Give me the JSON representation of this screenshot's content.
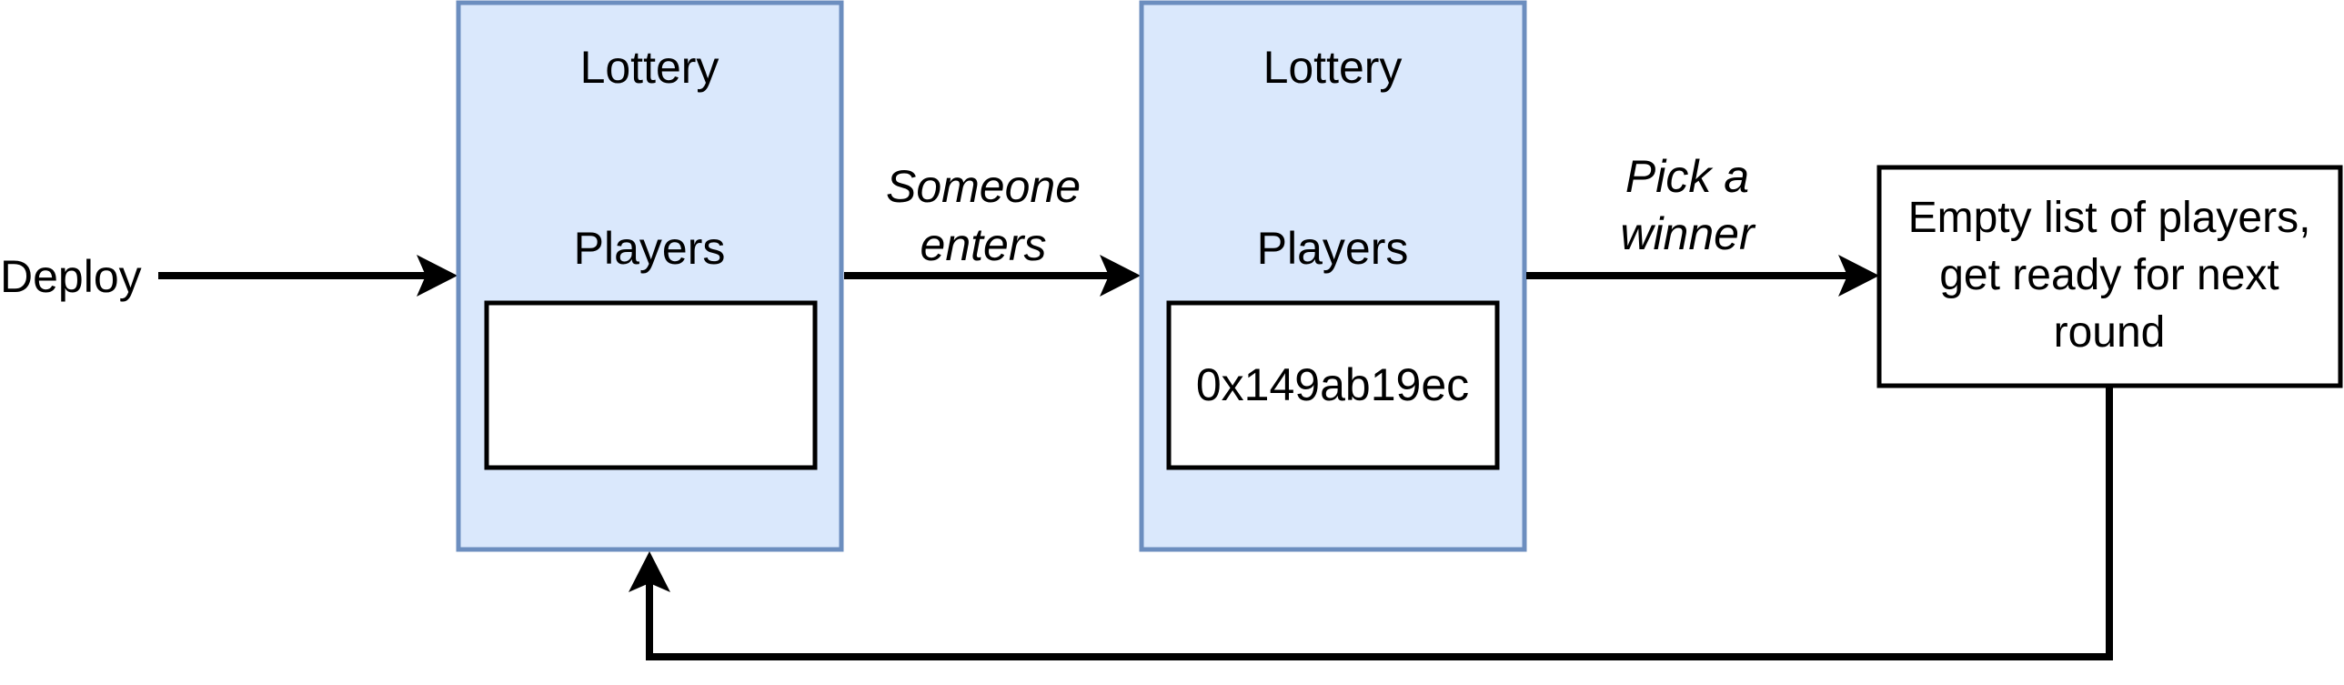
{
  "diagram": {
    "deploy_label": "Deploy",
    "lottery_1": {
      "title": "Lottery",
      "players_label": "Players",
      "player_entry": ""
    },
    "lottery_2": {
      "title": "Lottery",
      "players_label": "Players",
      "player_entry": "0x149ab19ec"
    },
    "edge_someone_enters": {
      "line1": "Someone",
      "line2": "enters"
    },
    "edge_pick_winner": {
      "line1": "Pick a",
      "line2": "winner"
    },
    "reset_box": {
      "line1": "Empty list of players,",
      "line2": "get ready for next",
      "line3": "round"
    },
    "colors": {
      "state_fill": "#dae8fc",
      "state_stroke": "#6c8ebf",
      "line": "#000000",
      "box_fill": "#ffffff"
    }
  }
}
